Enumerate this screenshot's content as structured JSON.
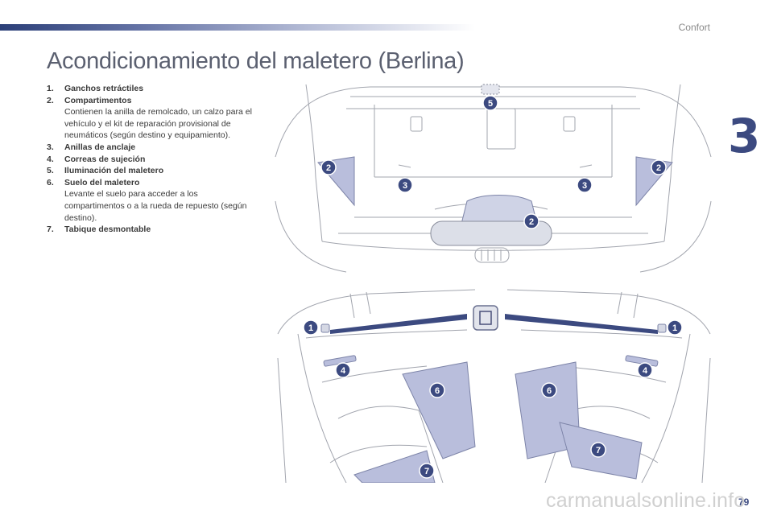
{
  "header": {
    "section": "Confort",
    "chapter": "3"
  },
  "title": "Acondicionamiento del maletero (Berlina)",
  "legend": [
    {
      "num": "1.",
      "title": "Ganchos retráctiles",
      "desc": ""
    },
    {
      "num": "2.",
      "title": "Compartimentos",
      "desc": "Contienen la anilla de remolcado, un calzo para el vehículo y el kit de reparación provisional de neumáticos (según destino y equipamiento)."
    },
    {
      "num": "3.",
      "title": "Anillas de anclaje",
      "desc": ""
    },
    {
      "num": "4.",
      "title": "Correas de sujeción",
      "desc": ""
    },
    {
      "num": "5.",
      "title": "Iluminación del maletero",
      "desc": ""
    },
    {
      "num": "6.",
      "title": "Suelo del maletero",
      "desc": "Levante el suelo para acceder a los compartimentos o a la rueda de repuesto (según destino)."
    },
    {
      "num": "7.",
      "title": "Tabique desmontable",
      "desc": ""
    }
  ],
  "callouts": {
    "top": [
      "5",
      "2",
      "2",
      "3",
      "3",
      "2"
    ],
    "left": [
      "1",
      "4",
      "6",
      "7"
    ],
    "right": [
      "1",
      "4",
      "6",
      "7"
    ]
  },
  "footer": {
    "page": "79",
    "watermark": "carmanualsonline.info"
  },
  "colors": {
    "accent": "#3c4a80",
    "highlight": "#b9bedc",
    "line": "#9ea1aa"
  }
}
